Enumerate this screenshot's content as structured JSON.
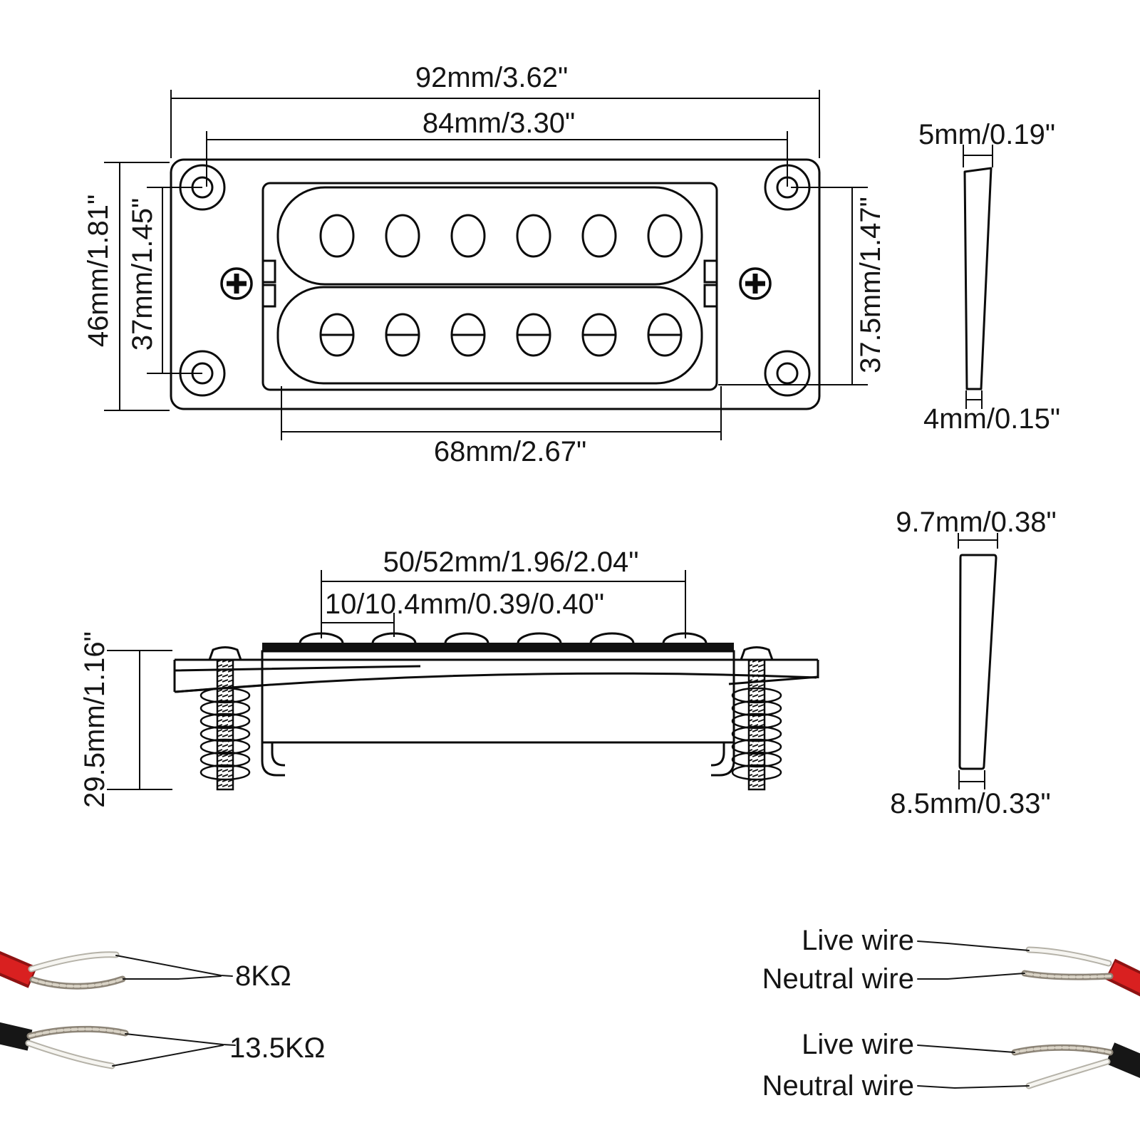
{
  "front_view": {
    "dim_outer_width": "92mm/3.62\"",
    "dim_hole_spacing_h": "84mm/3.30\"",
    "dim_outer_height": "46mm/1.81\"",
    "dim_hole_spacing_v": "37mm/1.45\"",
    "dim_pickup_height": "37.5mm/1.47\"",
    "dim_pickup_width": "68mm/2.67\""
  },
  "ring_profile_thin": {
    "dim_top": "5mm/0.19\"",
    "dim_bottom": "4mm/0.15\""
  },
  "ring_profile_thick": {
    "dim_top": "9.7mm/0.38\"",
    "dim_bottom": "8.5mm/0.33\""
  },
  "side_view": {
    "dim_string_spread": "50/52mm/1.96/2.04\"",
    "dim_pole_spacing": "10/10.4mm/0.39/0.40\"",
    "dim_height": "29.5mm/1.16\""
  },
  "wiring": {
    "neck_resistance": "8KΩ",
    "bridge_resistance": "13.5KΩ",
    "red_cable": {
      "live_label": "Live wire",
      "neutral_label": "Neutral wire"
    },
    "black_cable": {
      "live_label": "Live wire",
      "neutral_label": "Neutral wire"
    }
  },
  "colors": {
    "line": "#0b0b0b",
    "red_wire": "#d92020",
    "red_wire_dark": "#8e1212",
    "black_wire": "#161616",
    "braid_wire": "#8d8578",
    "braid_wire_light": "#d9d3c6",
    "white_wire": "#b5b2a8",
    "white_wire_light": "#f6f5f1"
  }
}
